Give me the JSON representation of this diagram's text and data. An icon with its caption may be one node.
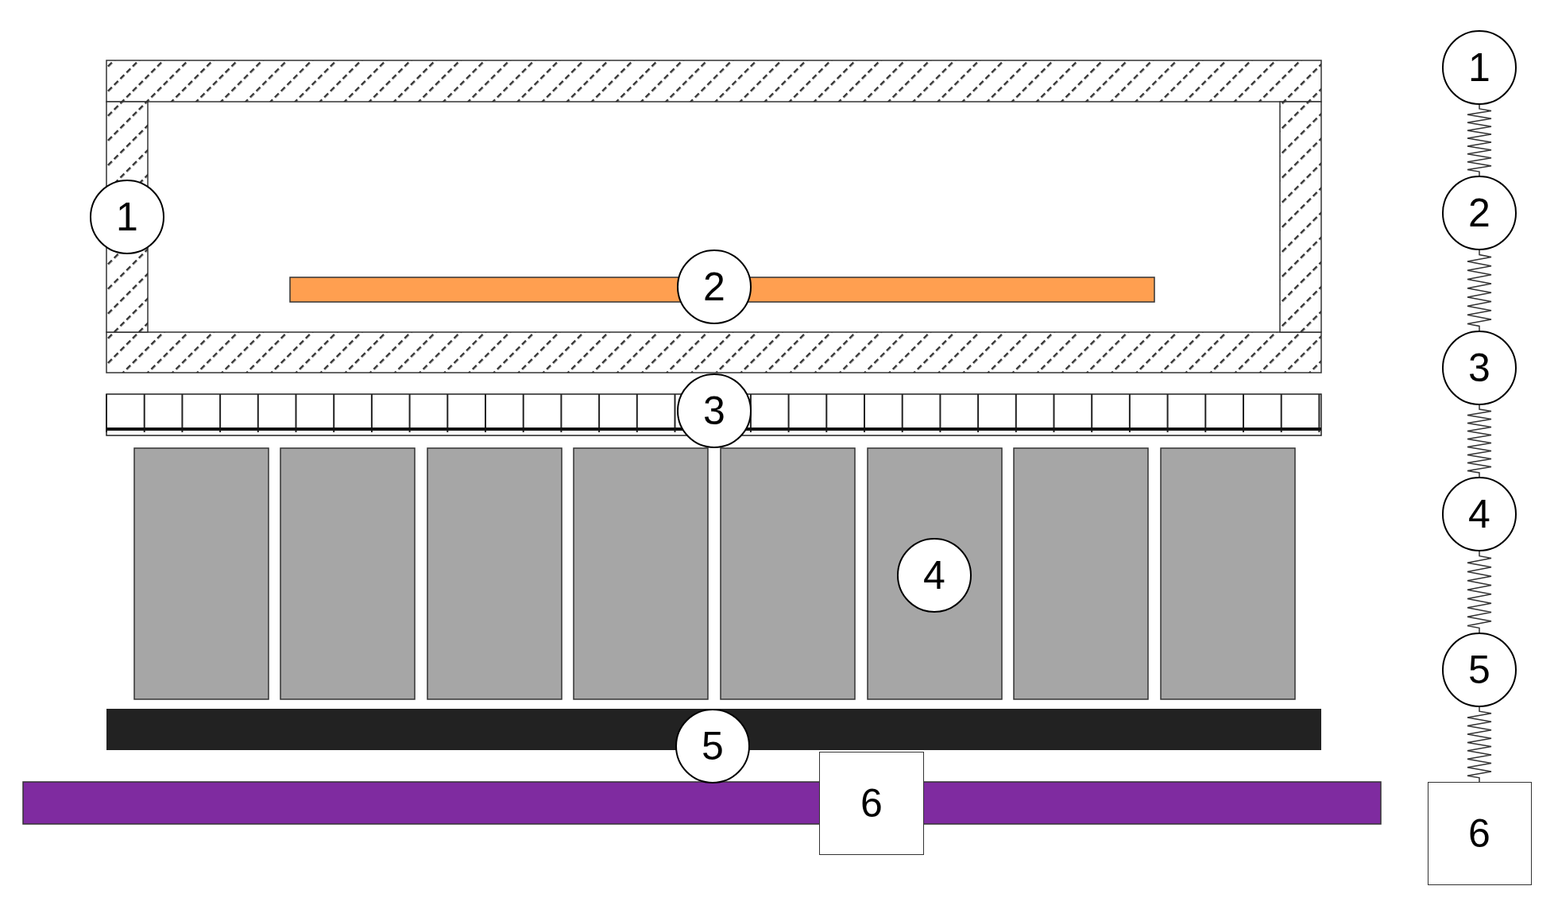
{
  "diagram": {
    "nodes": [
      {
        "text": [
          "1"
        ]
      },
      {
        "text": [
          "2"
        ]
      },
      {
        "text": [
          "3"
        ]
      },
      {
        "text": [
          "4"
        ]
      },
      {
        "text": [
          "5"
        ]
      },
      {
        "text": [
          "6"
        ]
      },
      {
        "text": [
          "1"
        ]
      },
      {
        "text": [
          "2"
        ]
      },
      {
        "text": [
          "3"
        ]
      },
      {
        "text": [
          "4"
        ]
      },
      {
        "text": [
          "5"
        ]
      },
      {
        "text": [
          "6"
        ]
      }
    ],
    "edges": [
      {
        "from": 6,
        "to": 7,
        "arrow": "none"
      },
      {
        "from": 7,
        "to": 8,
        "arrow": "none"
      },
      {
        "from": 8,
        "to": 9,
        "arrow": "none"
      },
      {
        "from": 9,
        "to": 10,
        "arrow": "none"
      },
      {
        "from": 10,
        "to": 11,
        "arrow": "none"
      }
    ]
  }
}
